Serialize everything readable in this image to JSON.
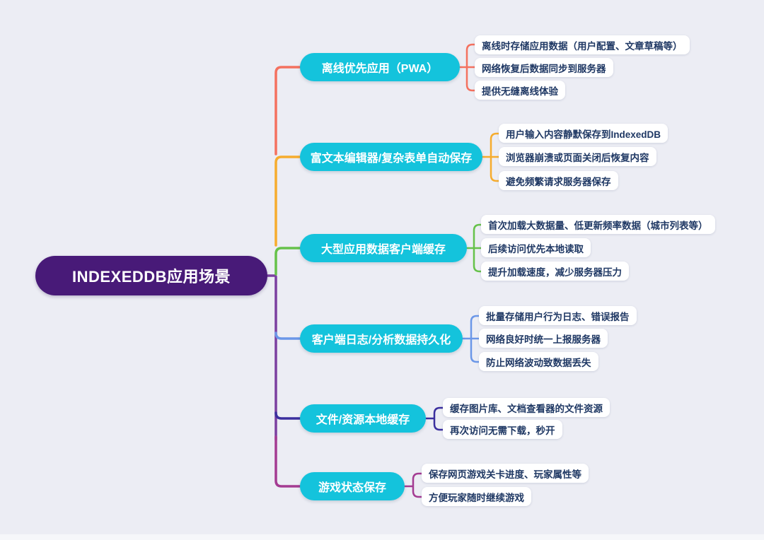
{
  "title": "INDEXEDDB应用场景",
  "colors": {
    "canvas_bg": "#ecedf4",
    "center_bg": "#481a78",
    "branch_bg": "#14c3dc",
    "leaf_text": "#1f3864",
    "trunk": "#7b3fa0"
  },
  "branches": [
    {
      "label": "离线优先应用（PWA）",
      "color": "#f4715f",
      "leaves": [
        "离线时存储应用数据（用户配置、文章草稿等）",
        "网络恢复后数据同步到服务器",
        "提供无缝离线体验"
      ]
    },
    {
      "label": "富文本编辑器/复杂表单自动保存",
      "color": "#f6ac2d",
      "leaves": [
        "用户输入内容静默保存到IndexedDB",
        "浏览器崩溃或页面关闭后恢复内容",
        "避免频繁请求服务器保存"
      ]
    },
    {
      "label": "大型应用数据客户端缓存",
      "color": "#66c24a",
      "leaves": [
        "首次加载大数据量、低更新频率数据（城市列表等）",
        "后续访问优先本地读取",
        "提升加载速度，减少服务器压力"
      ]
    },
    {
      "label": "客户端日志/分析数据持久化",
      "color": "#6b97e8",
      "leaves": [
        "批量存储用户行为日志、错误报告",
        "网络良好时统一上报服务器",
        "防止网络波动致数据丢失"
      ]
    },
    {
      "label": "文件/资源本地缓存",
      "color": "#3b2f9e",
      "leaves": [
        "缓存图片库、文档查看器的文件资源",
        "再次访问无需下载，秒开"
      ]
    },
    {
      "label": "游戏状态保存",
      "color": "#a43b92",
      "leaves": [
        "保存网页游戏关卡进度、玩家属性等",
        "方便玩家随时继续游戏"
      ]
    }
  ]
}
